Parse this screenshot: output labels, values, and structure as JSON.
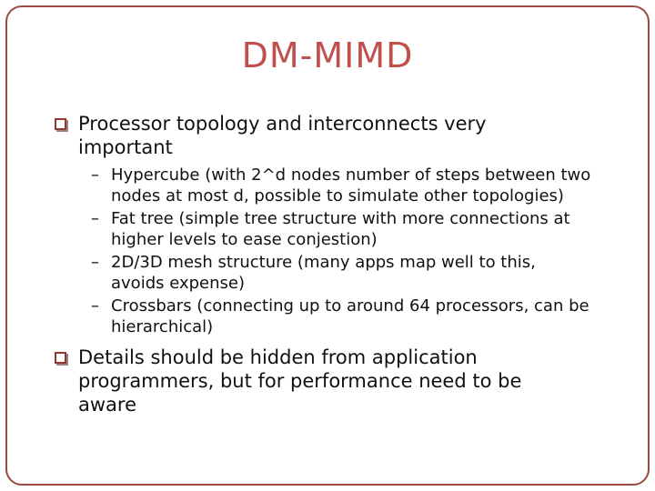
{
  "slide": {
    "title": "DM-MIMD",
    "colors": {
      "title": "#c0504d",
      "bullet_square": "#943634",
      "border": "#9a4a42",
      "body_text": "#111111",
      "background": "#ffffff"
    },
    "bullets": [
      {
        "level": 1,
        "lines": [
          "Processor topology and interconnects very",
          "important"
        ]
      },
      {
        "level": 2,
        "dash": "–",
        "lines": [
          "Hypercube (with 2^d nodes number of steps between two",
          "nodes at most d, possible to simulate other topologies)"
        ]
      },
      {
        "level": 2,
        "dash": "–",
        "lines": [
          "Fat tree (simple tree structure with more connections at",
          "higher levels to ease conjestion)"
        ]
      },
      {
        "level": 2,
        "dash": "–",
        "lines": [
          "2D/3D mesh structure (many apps map well to this,",
          "avoids expense)"
        ]
      },
      {
        "level": 2,
        "dash": "–",
        "lines": [
          "Crossbars (connecting up to around 64 processors, can be",
          "hierarchical)"
        ]
      },
      {
        "level": 1,
        "lines": [
          "Details should be hidden from application",
          "programmers, but for performance need to be",
          "aware"
        ]
      }
    ]
  }
}
